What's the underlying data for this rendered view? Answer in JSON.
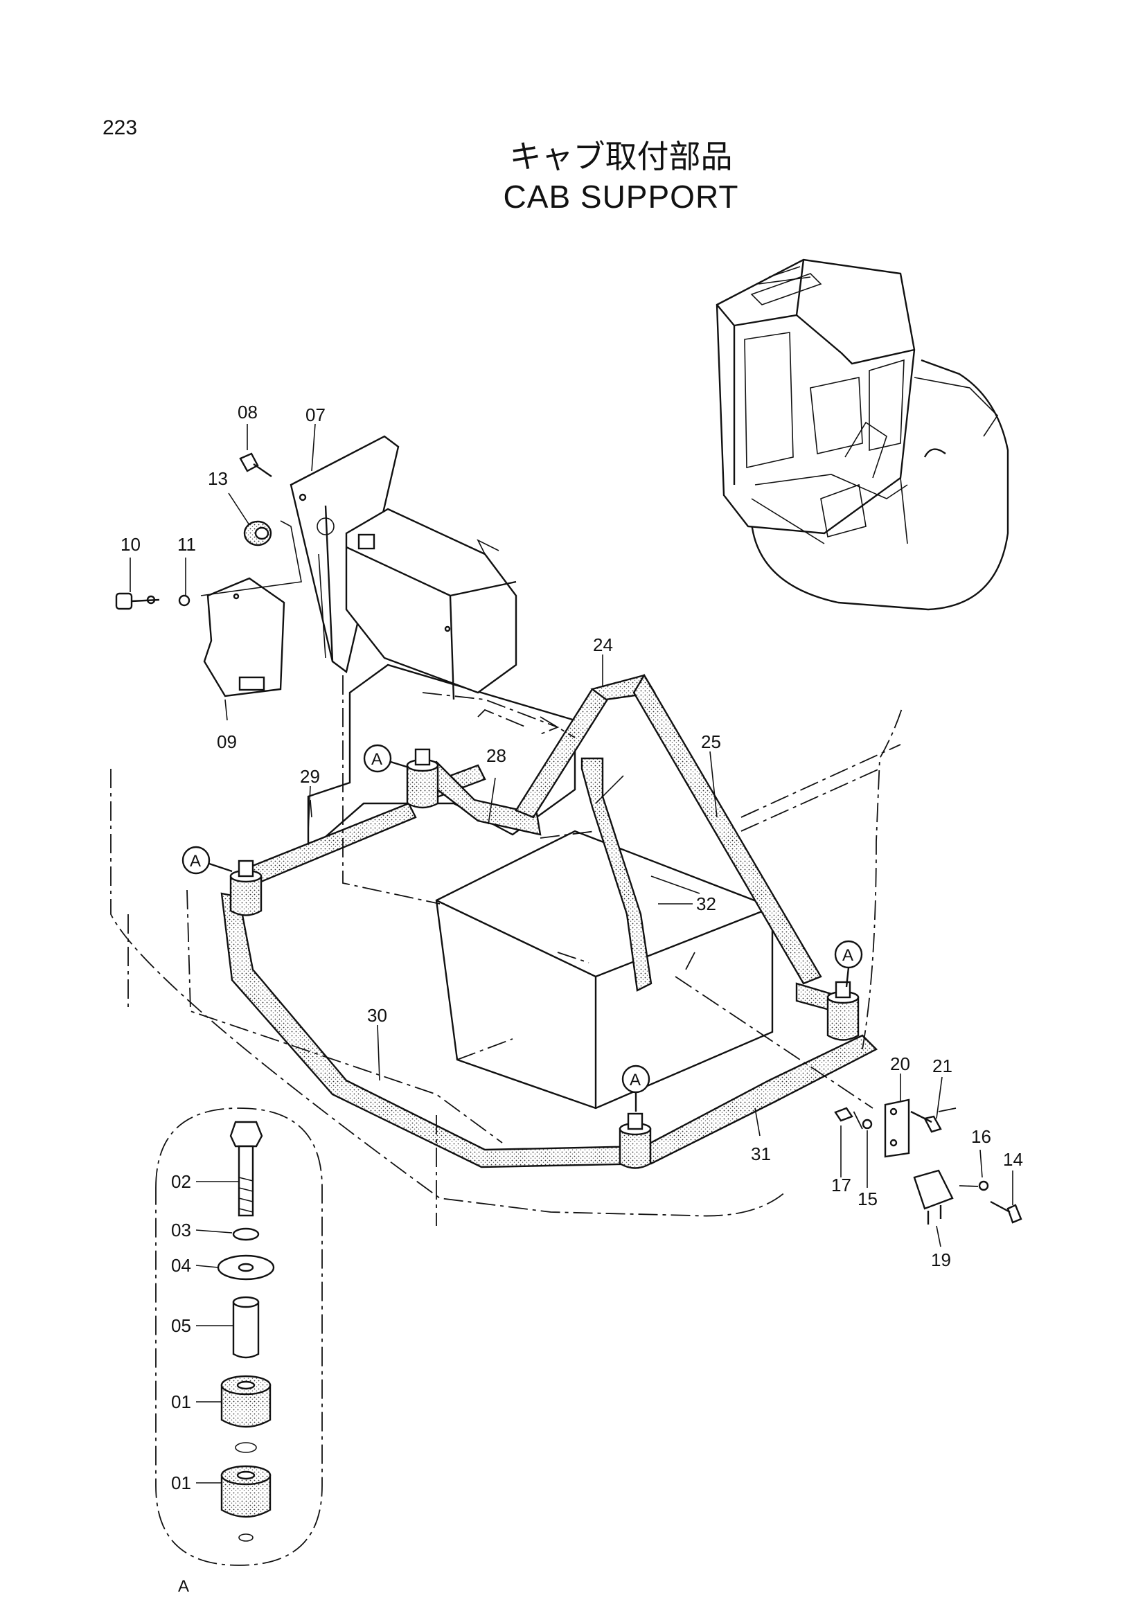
{
  "page_number": "223",
  "title_ja": "キャブ取付部品",
  "title_en": "CAB SUPPORT",
  "detail_view_label": "A",
  "mount_marker_label": "A",
  "part_labels": {
    "p01a": "01",
    "p01b": "01",
    "p02": "02",
    "p03": "03",
    "p04": "04",
    "p05": "05",
    "p07": "07",
    "p08": "08",
    "p09": "09",
    "p10": "10",
    "p11": "11",
    "p13": "13",
    "p14": "14",
    "p15": "15",
    "p16": "16",
    "p17": "17",
    "p19": "19",
    "p20": "20",
    "p21": "21",
    "p24": "24",
    "p25": "25",
    "p28": "28",
    "p29": "29",
    "p30": "30",
    "p31": "31",
    "p32": "32"
  }
}
